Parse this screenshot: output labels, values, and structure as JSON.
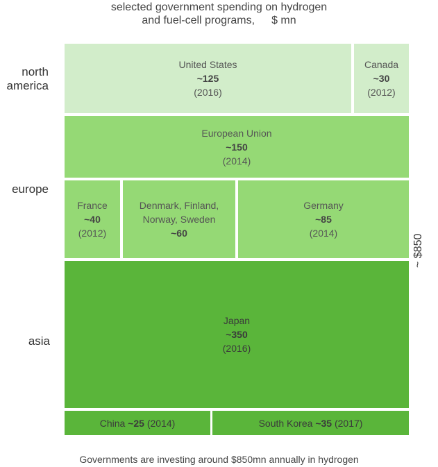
{
  "chart_data": {
    "type": "treemap",
    "title_line1": "selected government spending on hydrogen",
    "title_line2": "and fuel-cell programs,",
    "unit": "$ mn",
    "regions": [
      "north america",
      "europe",
      "asia"
    ],
    "total_label": "~ $850",
    "footer": "Governments are investing around $850mn annually in hydrogen",
    "colors": {
      "north_america": "#d2edca",
      "europe": "#95d975",
      "asia": "#5ab53a"
    },
    "items": [
      {
        "name": "United States",
        "value_label": "~125",
        "value": 125,
        "year": "(2016)",
        "region": "north america"
      },
      {
        "name": "Canada",
        "value_label": "~30",
        "value": 30,
        "year": "(2012)",
        "region": "north america"
      },
      {
        "name": "European Union",
        "value_label": "~150",
        "value": 150,
        "year": "(2014)",
        "region": "europe"
      },
      {
        "name": "France",
        "value_label": "~40",
        "value": 40,
        "year": "(2012)",
        "region": "europe"
      },
      {
        "name_line1": "Denmark, Finland,",
        "name_line2": "Norway, Sweden",
        "value_label": "~60",
        "value": 60,
        "region": "europe"
      },
      {
        "name": "Germany",
        "value_label": "~85",
        "value": 85,
        "year": "(2014)",
        "region": "europe"
      },
      {
        "name": "Japan",
        "value_label": "~350",
        "value": 350,
        "year": "(2016)",
        "region": "asia"
      },
      {
        "name": "China",
        "value_label": "~25",
        "value": 25,
        "year": "(2014)",
        "region": "asia"
      },
      {
        "name": "South Korea",
        "value_label": "~35",
        "value": 35,
        "year": "(2017)",
        "region": "asia"
      }
    ]
  }
}
